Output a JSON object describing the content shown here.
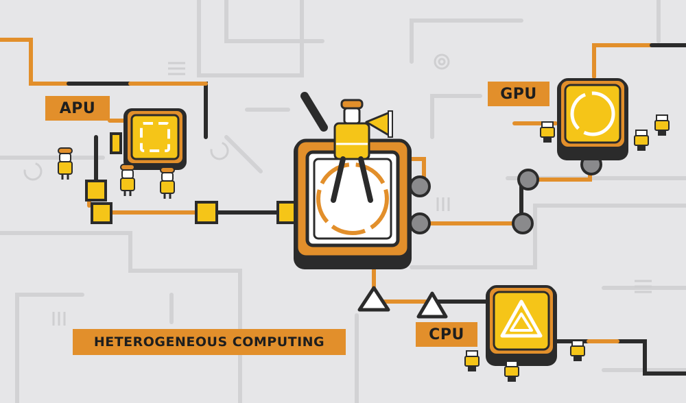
{
  "labels": {
    "apu": "APU",
    "gpu": "GPU",
    "cpu": "CPU",
    "title": "HETEROGENEOUS COMPUTING"
  },
  "colors": {
    "background": "#e6e6e8",
    "accent_orange": "#e28f2b",
    "chip_yellow": "#f5c518",
    "outline_dark": "#2b2b2b",
    "trace_light": "#d2d2d4"
  },
  "icons": [
    "chip-icon",
    "worker-icon",
    "megaphone-icon",
    "triangle-icon",
    "connector-node-icon"
  ]
}
